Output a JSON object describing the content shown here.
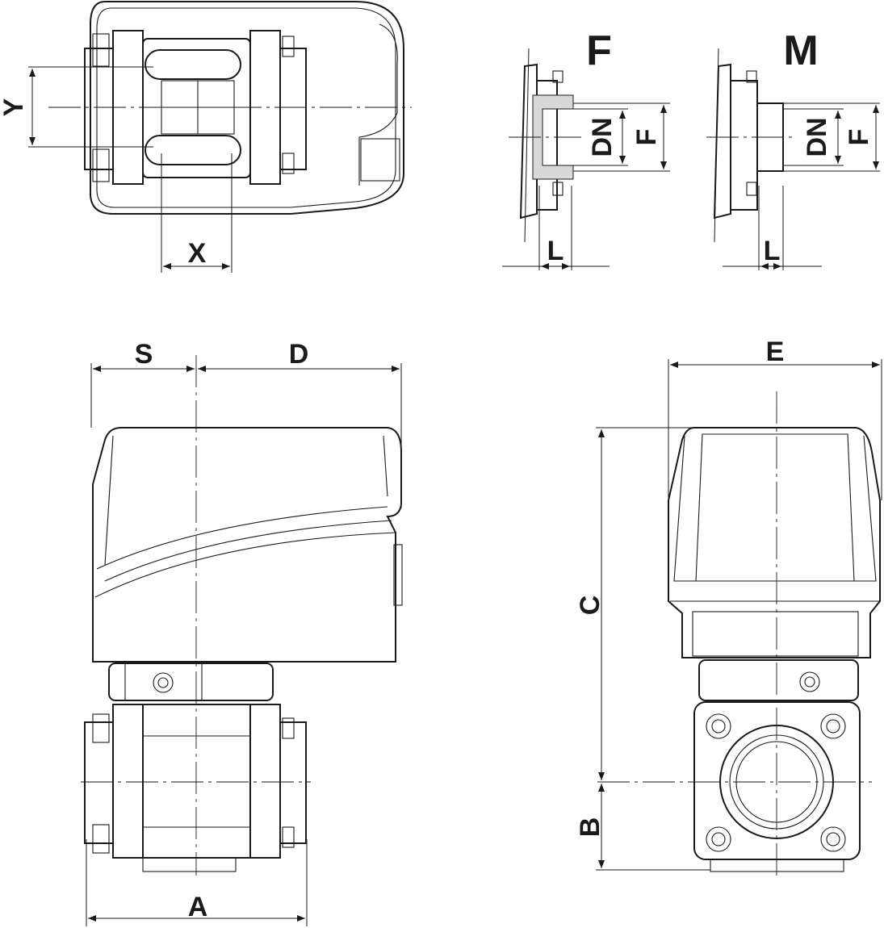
{
  "title": "Valve with actuator dimensional drawing",
  "top_view": {
    "dim_y": "Y",
    "dim_x": "X"
  },
  "flange_f": {
    "title": "F",
    "dim_dn": "DN",
    "dim_f": "F",
    "dim_l": "L"
  },
  "flange_m": {
    "title": "M",
    "dim_dn": "DN",
    "dim_f": "F",
    "dim_l": "L"
  },
  "front_view": {
    "dim_s": "S",
    "dim_d": "D",
    "dim_a": "A"
  },
  "side_view": {
    "dim_e": "E",
    "dim_c": "C",
    "dim_b": "B"
  }
}
